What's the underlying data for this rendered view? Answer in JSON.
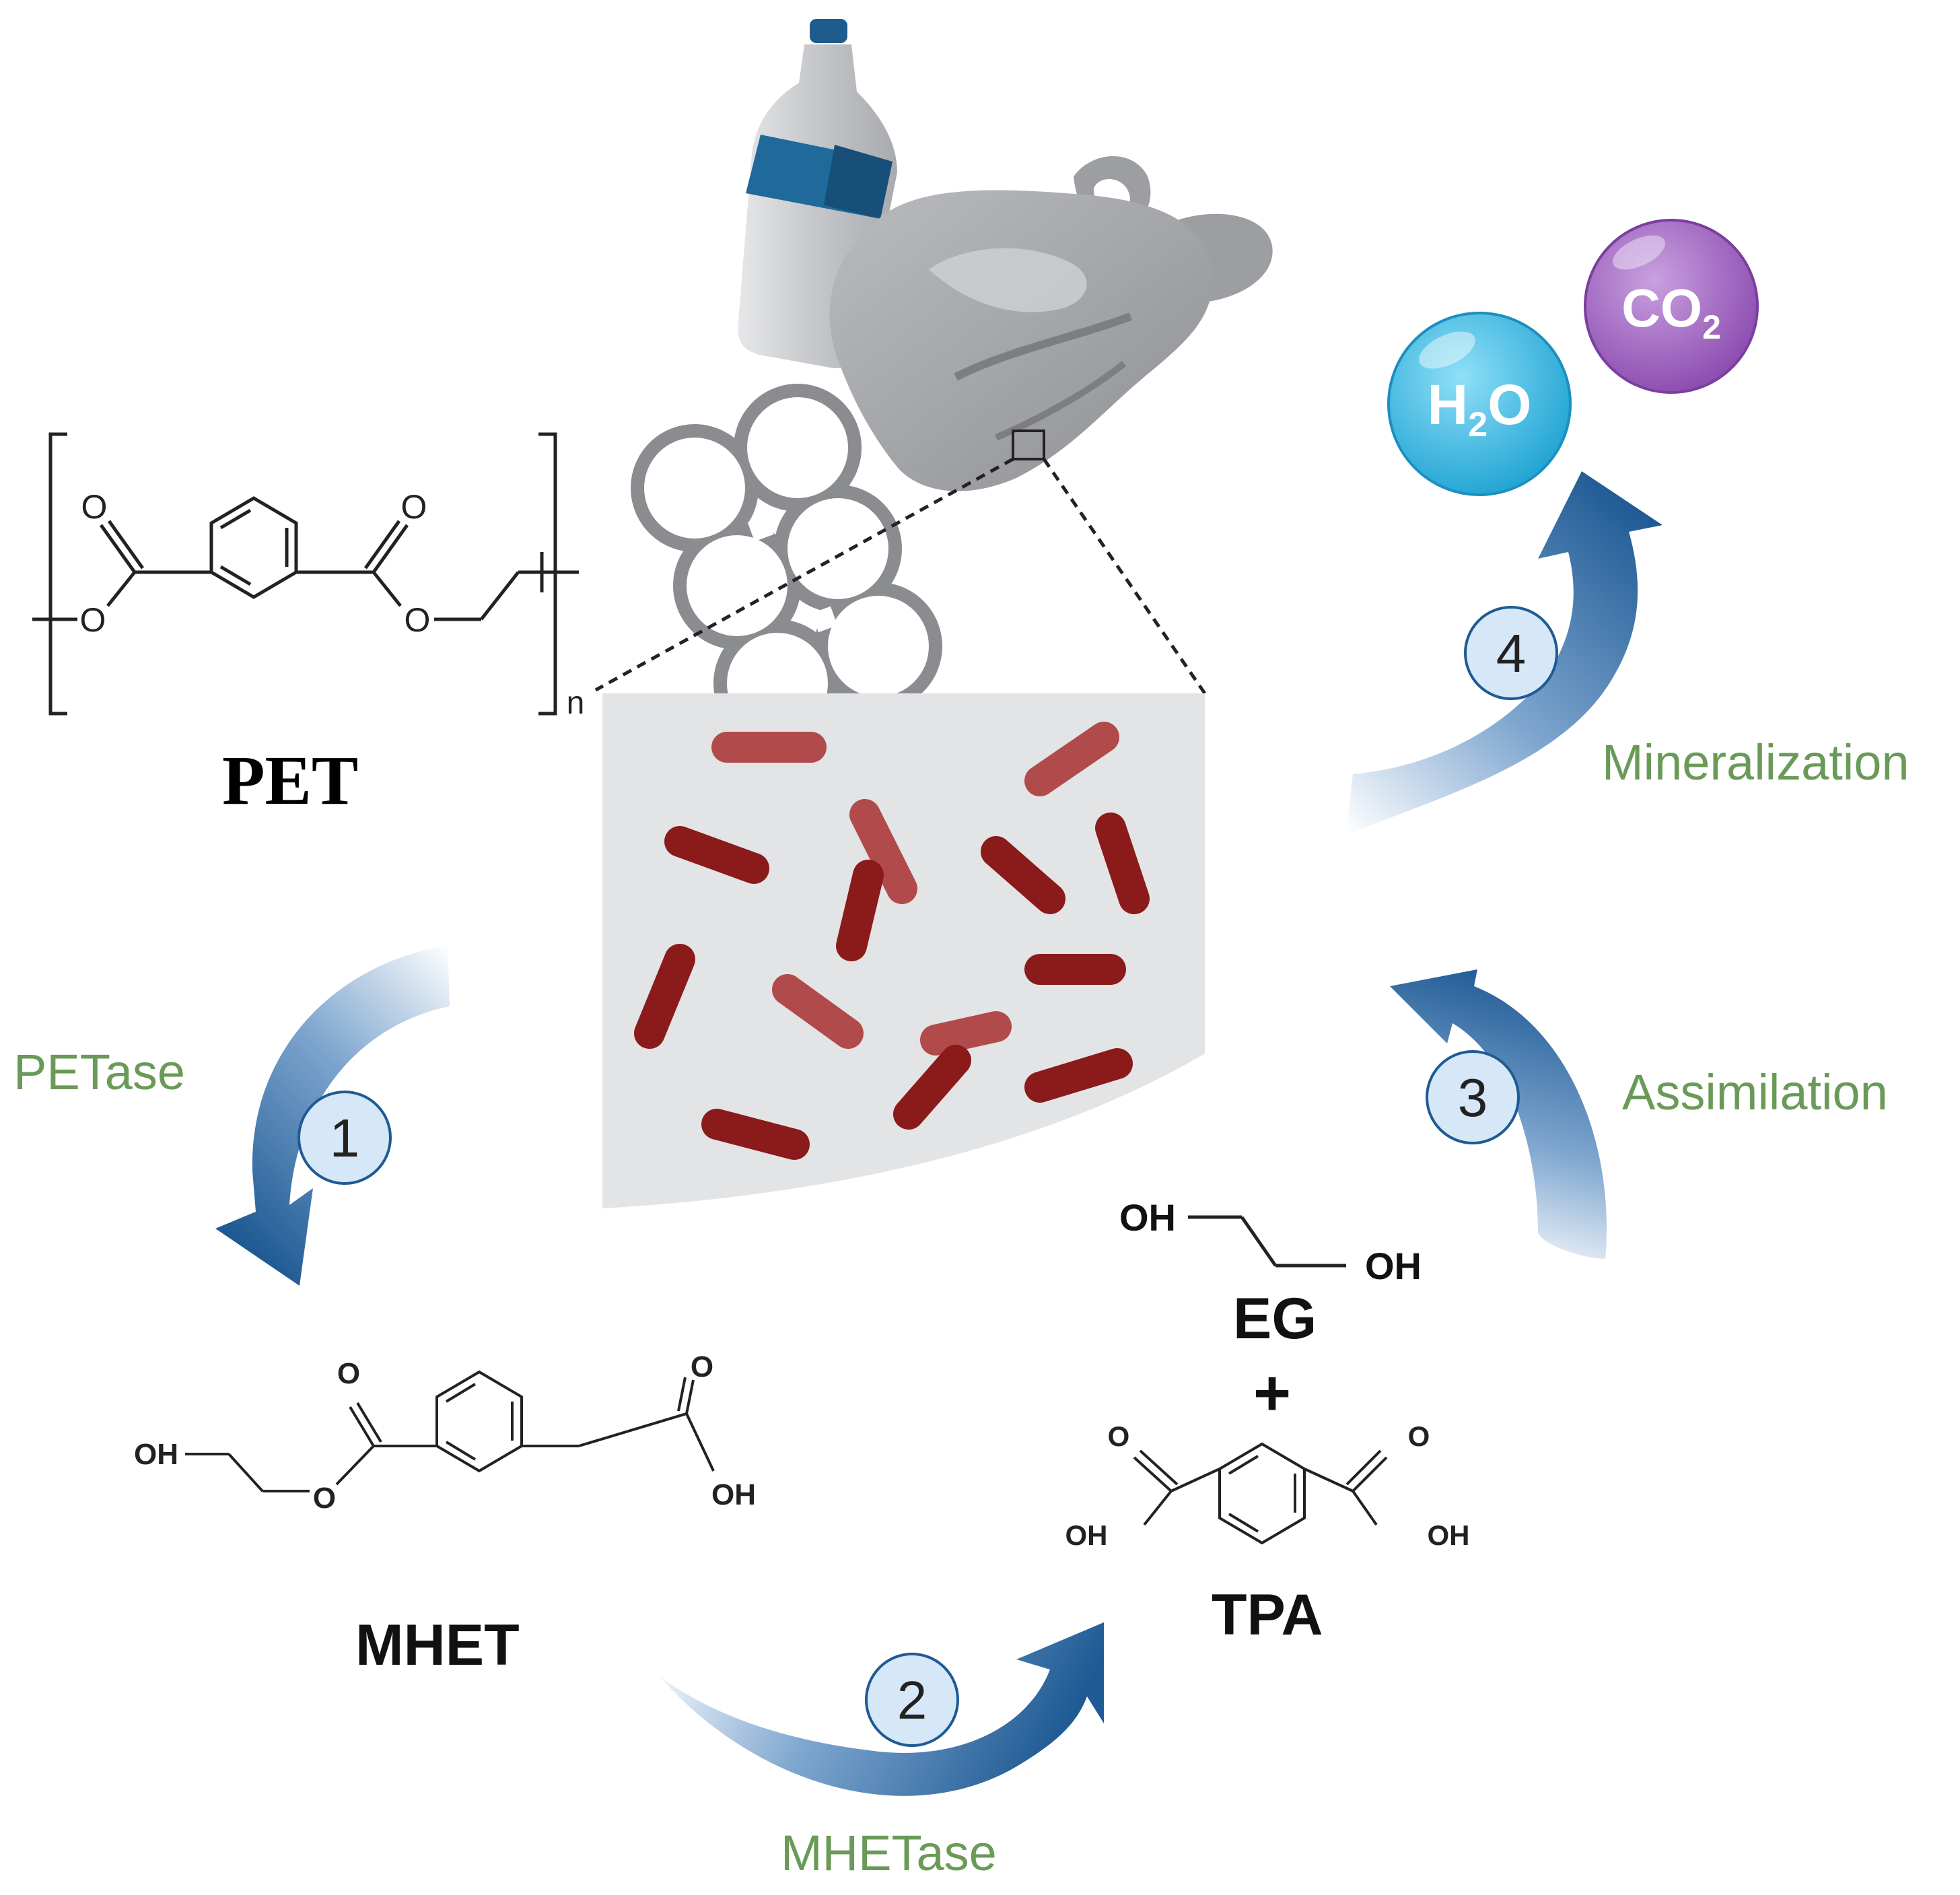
{
  "colors": {
    "arrow_dark": "#1f5a94",
    "arrow_light": "#dfe8f4",
    "label_green": "#6a9a57",
    "bacteria": "#8b1a1a",
    "bacteria_faded": "#b14a4a",
    "panel_gray": "#e3e4e6",
    "h2o_bubble": "#2db6e0",
    "co2_bubble": "#9b5fb9",
    "step_circle": "#d6e7f7"
  },
  "labels": {
    "pet": "PET",
    "mhet": "MHET",
    "tpa": "TPA",
    "eg": "EG",
    "plus": "+",
    "n": "n"
  },
  "enzymes": {
    "petase": "PETase",
    "mhetase": "MHETase",
    "assimilation": "Assimilation",
    "mineralization": "Mineralization"
  },
  "steps": {
    "s1": "1",
    "s2": "2",
    "s3": "3",
    "s4": "4"
  },
  "bubbles": {
    "h2o": {
      "main": "H",
      "sub": "2",
      "tail": "O"
    },
    "co2": {
      "main": "CO",
      "sub": "2"
    }
  },
  "atoms": {
    "o": "O",
    "oh": "OH"
  },
  "icons": [
    "plastic-bottle-icon",
    "plastic-bag-icon",
    "six-pack-ring-icon",
    "bacteria-icon"
  ]
}
